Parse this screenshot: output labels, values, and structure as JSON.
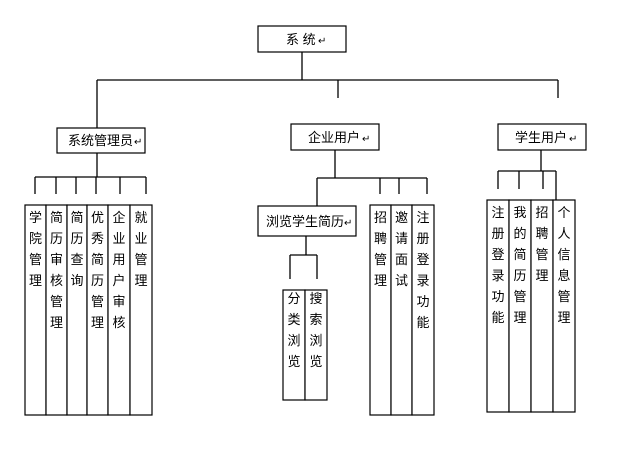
{
  "root": {
    "label": "系 统",
    "mark": "↵"
  },
  "branches": [
    {
      "label": "系统管理员",
      "mark": "↵",
      "leaves": [
        "学院管理",
        "简历审核管理",
        "简历查询",
        "优秀简历管理",
        "企业用户审核",
        "就业管理"
      ]
    },
    {
      "label": "企业用户",
      "mark": "↵",
      "sub": {
        "label": "浏览学生简历",
        "mark": "↵",
        "leaves": [
          "分类浏览",
          "搜索浏览"
        ]
      },
      "leaves": [
        "招聘管理",
        "邀请面试",
        "注册登录功能"
      ]
    },
    {
      "label": "学生用户",
      "mark": "↵",
      "leaves": [
        "注册登录功能",
        "我的简历管理",
        "招聘管理",
        "个人信息管理"
      ]
    }
  ]
}
